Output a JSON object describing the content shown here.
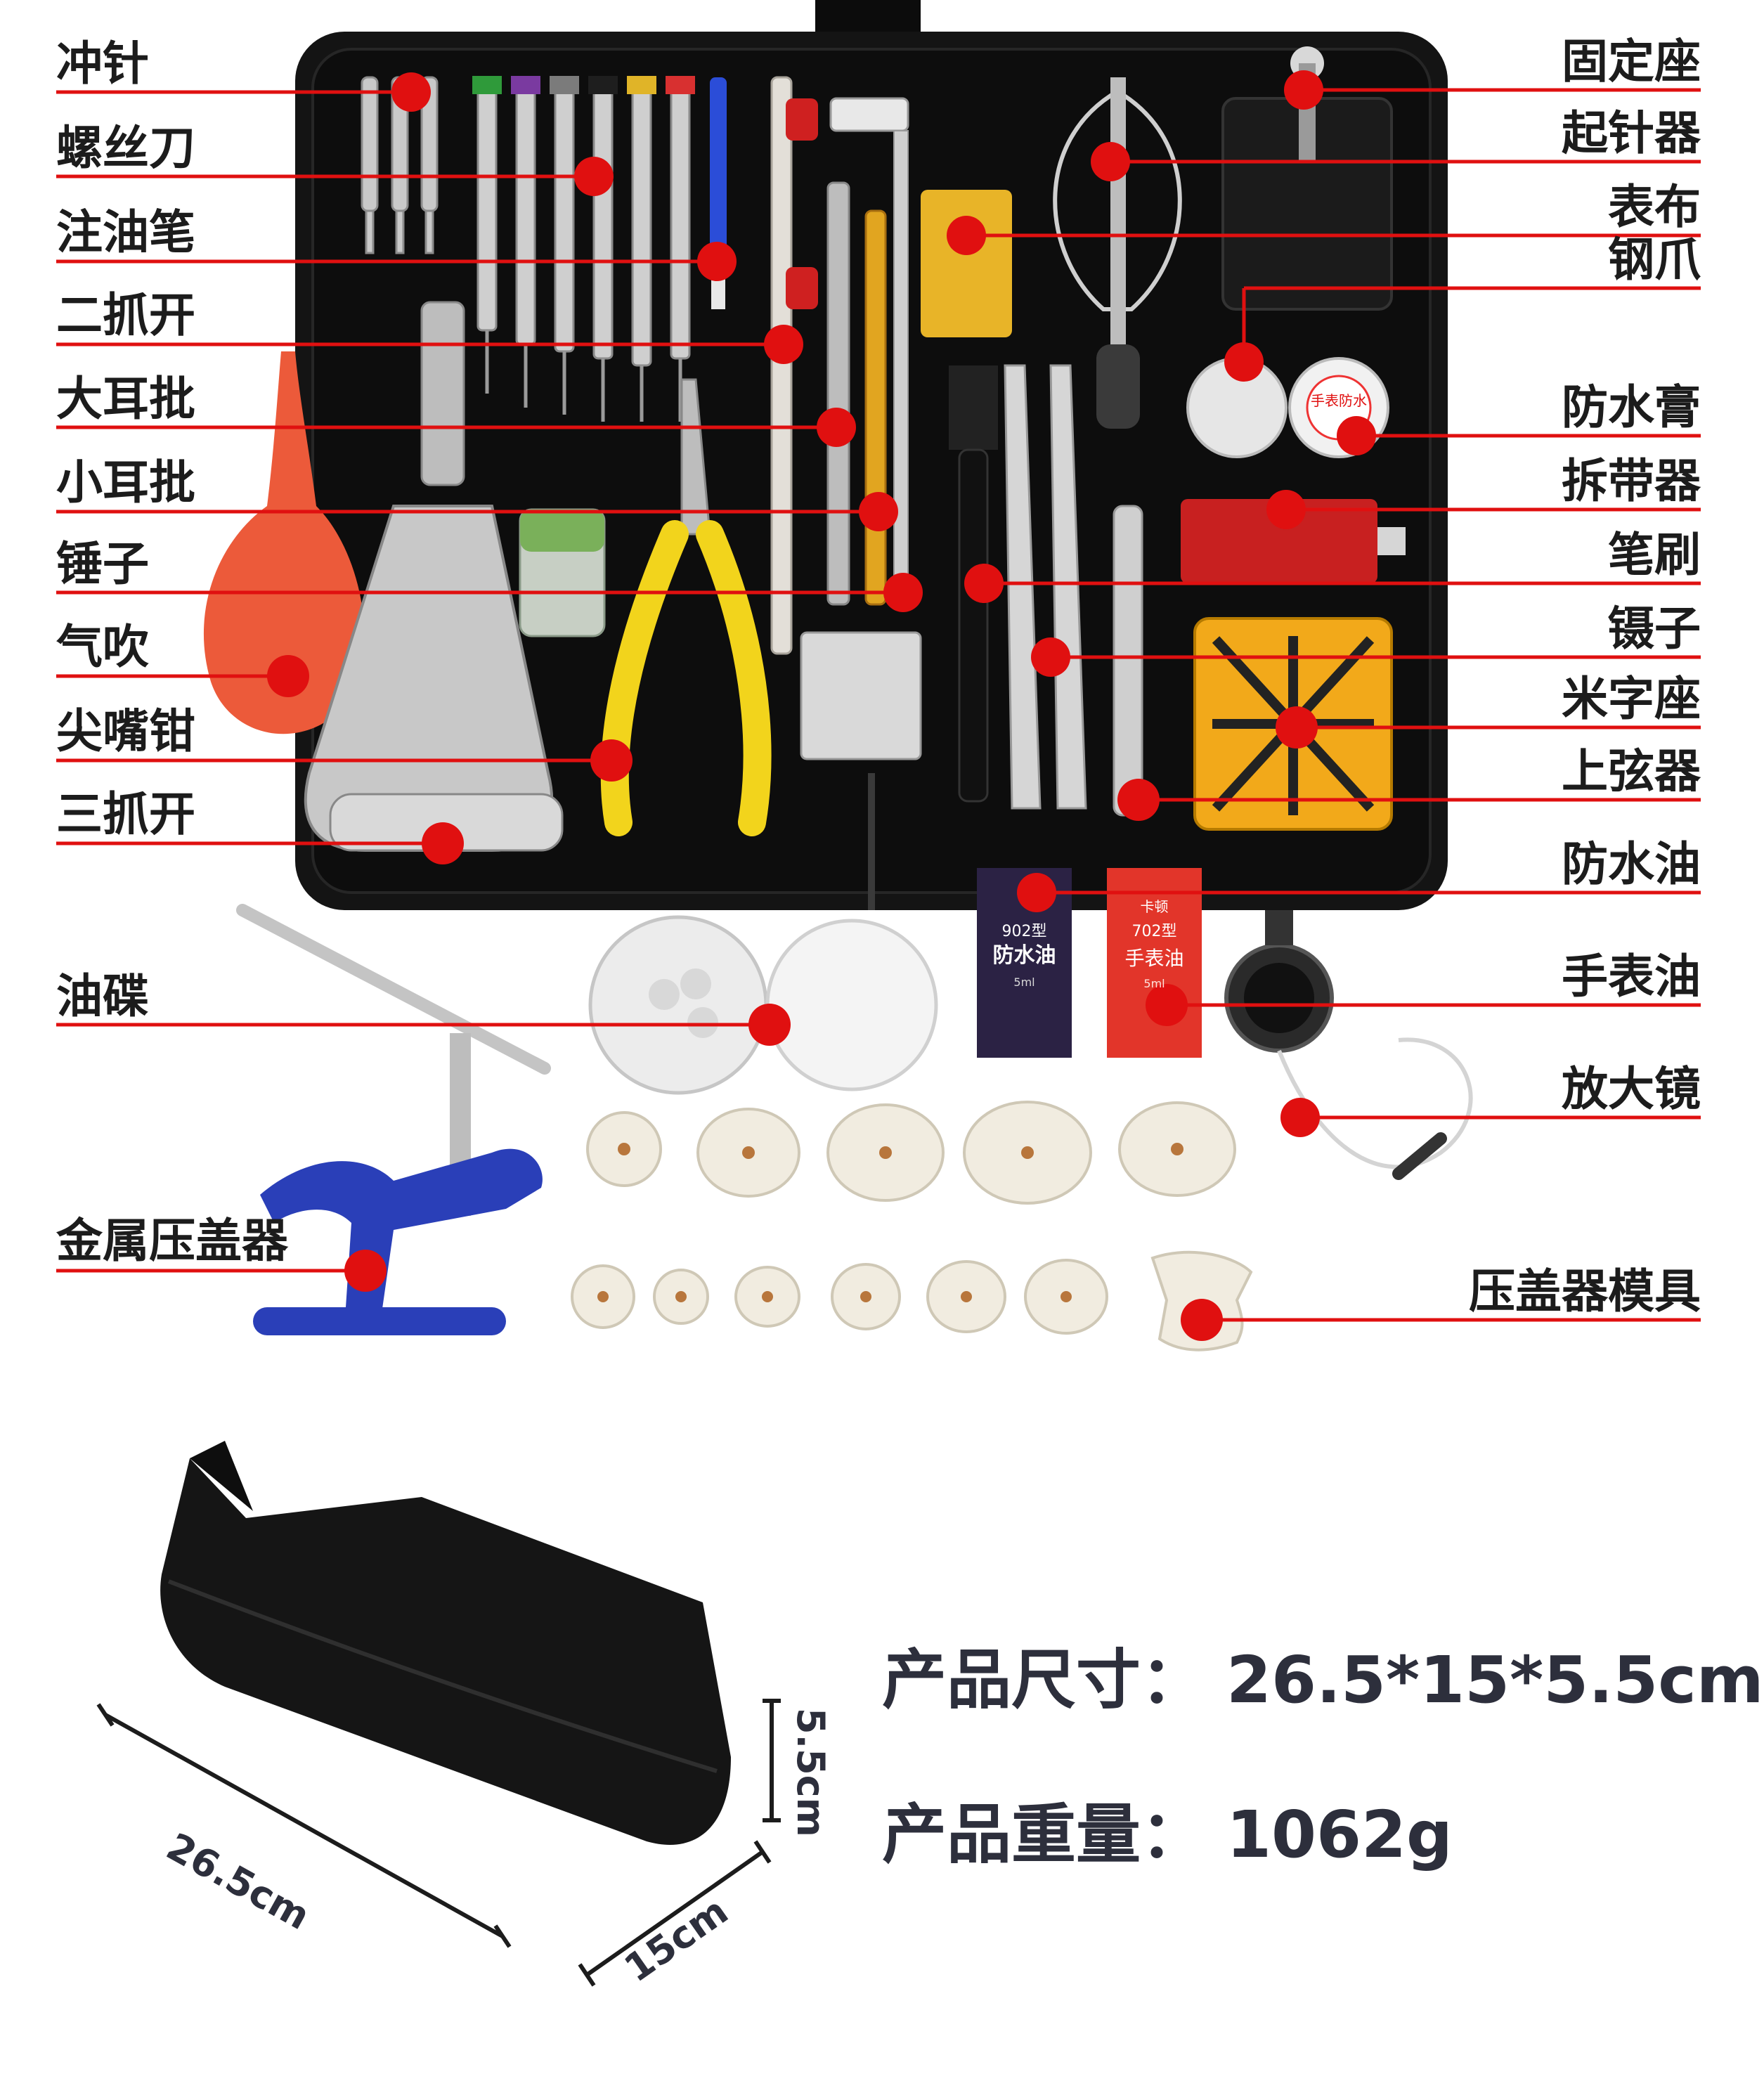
{
  "labels_left": [
    "冲针",
    "螺丝刀",
    "注油笔",
    "二抓开",
    "大耳批",
    "小耳批",
    "锤子",
    "气吹",
    "尖嘴钳",
    "三抓开",
    "油碟",
    "金属压盖器"
  ],
  "labels_right": [
    "固定座",
    "起针器",
    "表布",
    "钢爪",
    "防水膏",
    "拆带器",
    "笔刷",
    "镊子",
    "米字座",
    "上弦器",
    "防水油",
    "手表油",
    "放大镜",
    "压盖器模具"
  ],
  "packages": {
    "oil_902_model": "902型",
    "oil_902_name": "防水油",
    "oil_902_volume": "5ml",
    "oil_702_brand": "卡顿",
    "oil_702_model": "702型",
    "oil_702_name": "手表油",
    "oil_702_volume": "5ml",
    "grease_jar_label": "手表防水"
  },
  "dimensions": {
    "length": "26.5cm",
    "width": "15cm",
    "height": "5.5cm"
  },
  "product_info": {
    "size_label": "产品尺寸：",
    "size_value": "26.5*15*5.5cm",
    "weight_label": "产品重量：",
    "weight_value": "1062g"
  },
  "colors": {
    "accent_red": "#e01010",
    "case_black": "#121212",
    "text_dark": "#1c1c1c",
    "info_text": "#2d2f3c",
    "pliers_yellow": "#f2d41c",
    "press_blue": "#2a3fb8",
    "blower_orange": "#ec5a3a",
    "stand_orange": "#f2a91a"
  }
}
